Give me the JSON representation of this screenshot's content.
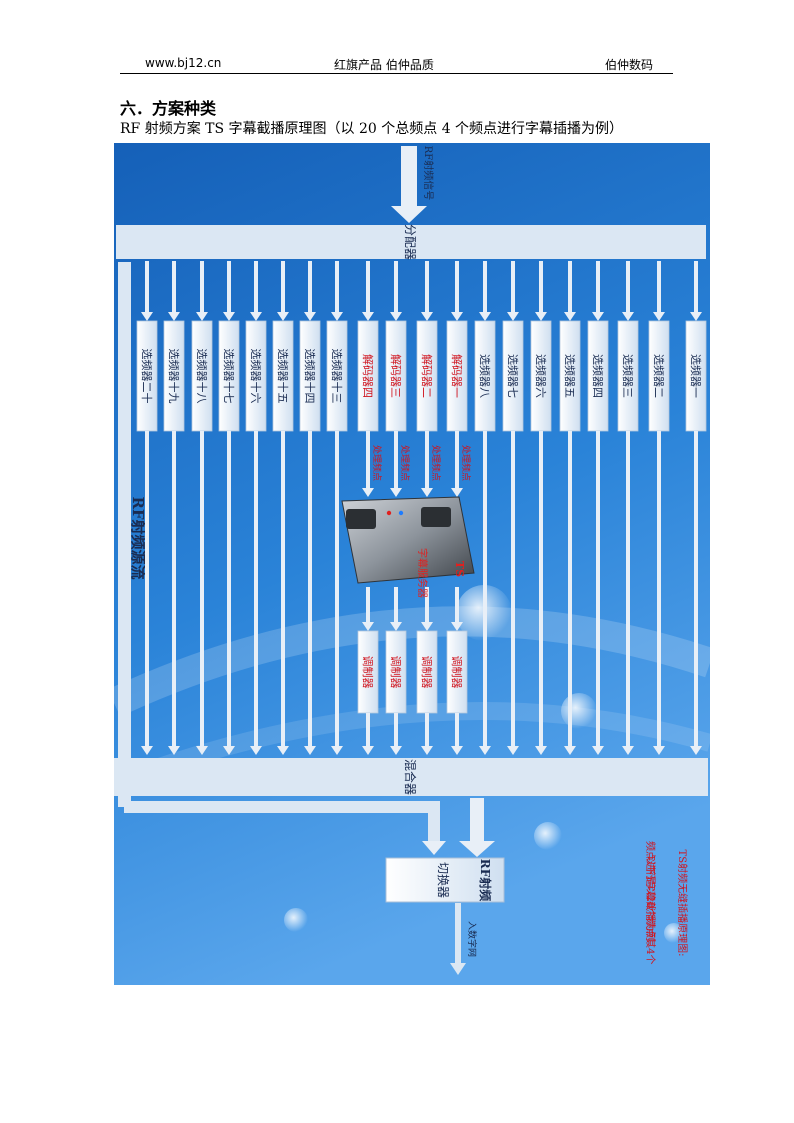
{
  "header": {
    "website": "www.bj12.cn",
    "slogan": "红旗产品 伯仲品质",
    "company": "伯仲数码"
  },
  "section": {
    "title": "六．方案种类",
    "caption": "RF 射频方案 TS 字幕截播原理图（以 20 个总频点 4 个频点进行字幕插播为例）"
  },
  "diagram": {
    "colors": {
      "bg_dark": "#1560b8",
      "bg_light": "#5aa6ec",
      "bar": "#dbe7f3",
      "red_text": "#d0141e",
      "arrow": "#e8eff7"
    },
    "rf_input": "RF射频信号",
    "splitter": "分配器",
    "mixer": "混合器",
    "rf_source": "RF射频源流",
    "switch": {
      "main": "RF射频",
      "sub": "切换器"
    },
    "digital_out": "入数字网",
    "selectors": [
      "选频器二十",
      "选频器十九",
      "选频器十八",
      "选频器十七",
      "选频器十六",
      "选频器十五",
      "选频器十四",
      "选频器十三",
      "解码器四",
      "解码器三",
      "解码器二",
      "解码器一",
      "选频器八",
      "选频器七",
      "选频器六",
      "选频器五",
      "选频器四",
      "选频器三",
      "选频器二",
      "选频器一"
    ],
    "process_label": "处理频点",
    "server": {
      "line1": "TS",
      "line2": "字幕服务器"
    },
    "modulator": "调制器",
    "note": {
      "title": "TS射频无缝插播原理图:",
      "body": "以下是以20个频点其4个频点进行字幕截播为例。"
    }
  }
}
